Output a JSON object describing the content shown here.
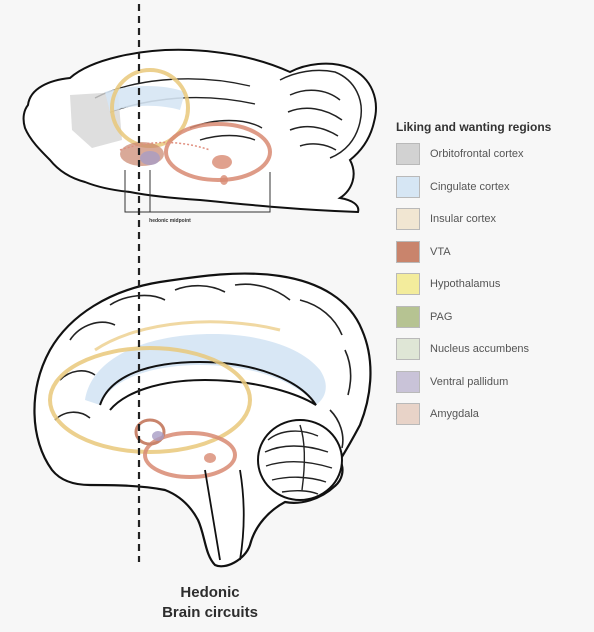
{
  "diagram": {
    "midpoint_label": "hedonic midpoint",
    "caption_line1": "Hedonic",
    "caption_line2": "Brain circuits"
  },
  "legend": {
    "title": "Liking and wanting regions",
    "items": [
      {
        "label": "Orbitofrontal cortex",
        "color": "#d2d2d2"
      },
      {
        "label": "Cingulate cortex",
        "color": "#d6e6f4"
      },
      {
        "label": "Insular cortex",
        "color": "#f1e6d2"
      },
      {
        "label": "VTA",
        "color": "#c9846c"
      },
      {
        "label": "Hypothalamus",
        "color": "#f3ec9c"
      },
      {
        "label": "PAG",
        "color": "#b6c392"
      },
      {
        "label": "Nucleus accumbens",
        "color": "#dfe6d6"
      },
      {
        "label": "Ventral pallidum",
        "color": "#c9c3d8"
      },
      {
        "label": "Amygdala",
        "color": "#e8d3c8"
      }
    ]
  }
}
